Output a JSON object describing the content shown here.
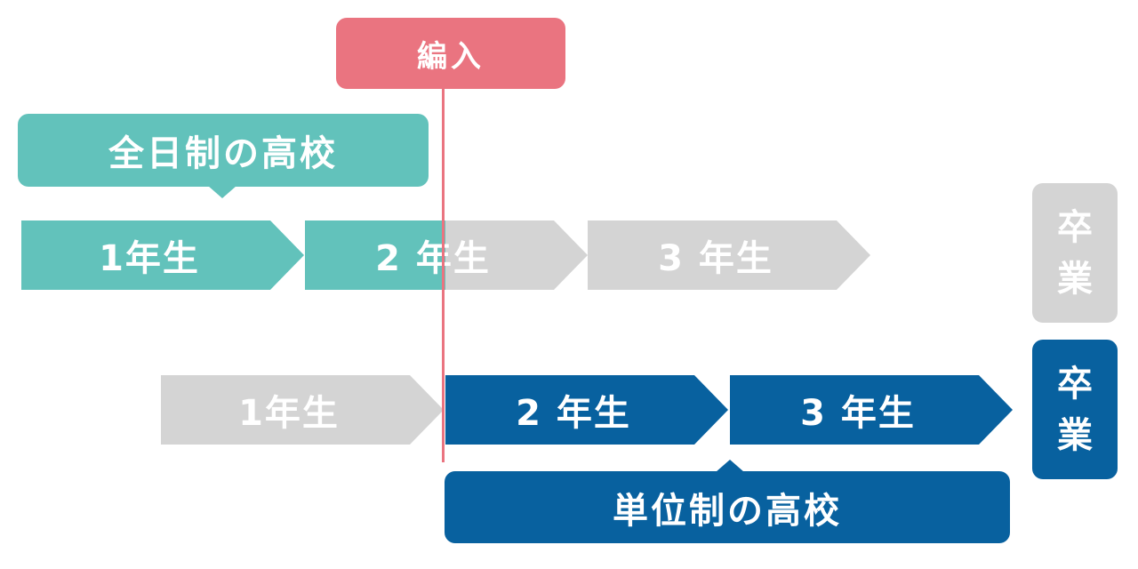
{
  "transfer": {
    "label": "編入"
  },
  "fulltime": {
    "label": "全日制の高校",
    "years": [
      "1年生",
      "2 年生",
      "3 年生"
    ],
    "graduation": [
      "卒",
      "業"
    ]
  },
  "credit": {
    "label": "単位制の高校",
    "years": [
      "1年生",
      "2 年生",
      "3 年生"
    ],
    "graduation": [
      "卒",
      "業"
    ]
  },
  "colors": {
    "fulltime": "#62c2bb",
    "credit": "#08619f",
    "inactive": "#d4d4d4",
    "transfer": "#ea7480"
  }
}
